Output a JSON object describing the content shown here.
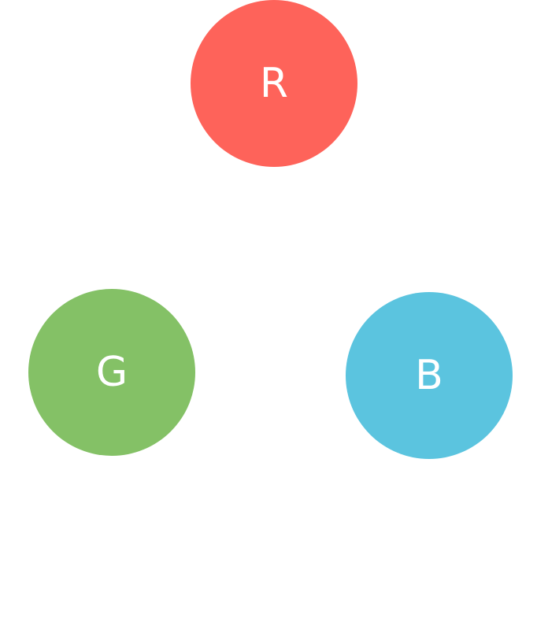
{
  "circles": {
    "red": {
      "label": "R",
      "color": "#fe635a"
    },
    "green": {
      "label": "G",
      "color": "#84c166"
    },
    "blue": {
      "label": "B",
      "color": "#5bc4df"
    }
  }
}
